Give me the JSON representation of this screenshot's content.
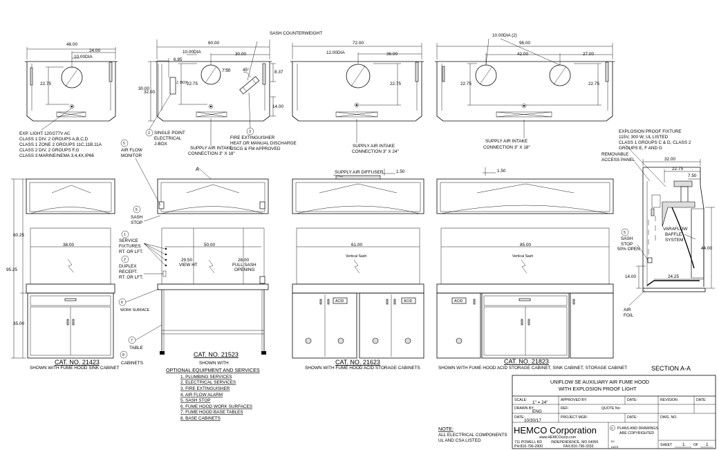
{
  "plan_views": {
    "v1": {
      "width": "48.00",
      "offset": "24.00",
      "dia": "10.00DIA",
      "depth": "22.75"
    },
    "v2": {
      "width": "60.00",
      "offset": "30.00",
      "dia": "10.00DIA",
      "small_offset": "6.85",
      "depth_outer": "32.00",
      "depth_inner": "30.00",
      "depth": "22.75",
      "dim_750": "7.50",
      "angle": "45°",
      "dim_837": "8.37",
      "dim_1400": "14.00",
      "counterweight": "SASH COUNTERWEIGHT",
      "jbox": "J. BOX"
    },
    "v3": {
      "width": "72.00",
      "offset": "36.00",
      "dia": "12.00DIA",
      "depth": "22.75"
    },
    "v4": {
      "width": "96.00",
      "dia": "10.00DIA (2)",
      "offset_a": "42.00",
      "offset_b": "27.00",
      "depth": "22.75"
    }
  },
  "explosion_light_note": [
    "EXP. LIGHT 120/277V AC",
    "CLASS 1 DIV. 2 GROUPS A,B,C,D",
    "CLASS 1 ZONE 2 GROUPS 11C,11B,11A",
    "CLASS 2 DIV. 2 GROUPS F,G",
    "CLASS 3 MARINE/NEMA 3,4,4X,IP66"
  ],
  "callouts": {
    "c1": {
      "num": "1",
      "lines": [
        "SERVICE",
        "FIXTURES",
        "RT. OR LFT."
      ]
    },
    "c2": {
      "num": "2",
      "lines": [
        "DUPLEX",
        "RECEPT.",
        "RT. OR LFT."
      ]
    },
    "c2b": {
      "num": "2",
      "lines": [
        "SINGLE POINT",
        "ELECTRICAL",
        "J-BOX"
      ]
    },
    "c3": {
      "num": "3",
      "lines": [
        "FIRE EXTINGUISHER",
        "HEAT OR MANUAL DISCHARGE",
        "USCG & FM APPROVED"
      ]
    },
    "c4": {
      "num": "5",
      "lines": [
        "AIR FLOW",
        "MONITOR"
      ]
    },
    "c5": {
      "num": "5",
      "lines": [
        "SASH",
        "STOP"
      ]
    },
    "c6": {
      "num": "6",
      "label": "WORK SURFACE"
    },
    "c7": {
      "num": "7",
      "label": "TABLE"
    },
    "c8": {
      "num": "8",
      "label": "CABINETS"
    },
    "c9": {
      "num": "5",
      "lines": [
        "SASH",
        "STOP",
        "50% OPEN"
      ]
    }
  },
  "supply": {
    "s2": [
      "SUPPLY AIR  INTAKE",
      "CONNECTION 3\" X 18\""
    ],
    "s3": [
      "SUPPLY AIR  INTAKE",
      "CONNECTION 3\" X 24\""
    ],
    "s4": [
      "SUPPLY AIR  INTAKE",
      "CONNECTION 3\" X 18\""
    ],
    "diffuser": "SUPPLY AIR DIFFUSER",
    "dim_150a": "1.50",
    "dim_150b": "1.50",
    "section_marker": "A"
  },
  "elevations": {
    "e1": {
      "height_total": "95.25",
      "height_upper": "60.25",
      "height_lower": "35.00",
      "opening": "38.00",
      "cat": "CAT. NO. 21423",
      "caption": "SHOWN WITH FUME HOOD SINK CABINET"
    },
    "e2": {
      "opening": "50.00",
      "view_ht_val": "29.50",
      "view_ht": "VIEW HT",
      "sash_val": "28.00",
      "sash_l1": "FULL SASH",
      "sash_l2": "OPENING",
      "cat": "CAT. NO. 21523",
      "shown_with": "SHOWN WITH",
      "optional": "OPTIONAL EQUIPMENT AND SERVICES"
    },
    "e3": {
      "opening": "61.00",
      "sash": "Vertical Sash",
      "cat": "CAT. NO. 21623",
      "caption": "SHOWN WITH FUME HOOD ACID STORAGE CABINETS",
      "acid_a": "ACID",
      "acid_b": "ACID"
    },
    "e4": {
      "opening": "85.00",
      "sash": "Vertical Sash",
      "cat": "CAT. NO. 21823",
      "caption": "SHOWN WITH FUME HOOD ACID STORAGE CABINET, SINK CABINET, STORAGE CABINET",
      "acid": "ACID"
    }
  },
  "options_list": [
    "1. PLUMBING SERVICES",
    "2. ELECTRICAL SERVICES",
    "3. FIRE EXTINGUISHER",
    "4. AIR FLOW ALARM",
    "5. SASH STOP",
    "6. FUME HOOD WORK SURFACES",
    "7. FUME HOOD BASE TABLES",
    "8. BASE CABINETS"
  ],
  "section": {
    "fixture_note": [
      "EXPLOSION PROOF FIXTURE",
      "115V, 300 W, UL LISTED",
      "CLASS 1 GROUPS C & D, CLASS 2",
      "GROUPS E, F AND G"
    ],
    "panel_lines": [
      "REMOVABLE",
      "ACCESS PANEL"
    ],
    "depth": "32.00",
    "dim_2275": "22.75",
    "dim_750": "7.50",
    "height": "44.00",
    "dim_1400": "14.00",
    "dim_2425": "24.25",
    "baffle": [
      "VARAFLOW",
      "BAFFLE",
      "SYSTEM"
    ],
    "airfoil": [
      "AIR",
      "FOIL"
    ],
    "title": "SECTION A-A"
  },
  "note": {
    "title": "NOTE:",
    "lines": [
      "ALL ELECTRICAL COMPONENTS",
      "UL AND CSA LISTED"
    ]
  },
  "title_block": {
    "title1": "UNIFLOW SE AUXILIARY AIR FUME HOOD",
    "title2": "WITH EXPLOSION PROOF LIGHT",
    "scale_label": "SCALE:",
    "scale": "1\" = 24\"",
    "approved_label": "APPROVED BY:",
    "date_label": "DATE:",
    "revision_label": "REVISION:",
    "date2_label": "DATE:",
    "drawn_label": "DRAWN BY:",
    "drawn": "ENG",
    "ref_label": "REF:",
    "quote_label": "QUOTE No:",
    "date3_label": "DATE:",
    "date3": "10/30/17",
    "pm_label": "PROJECT MGR:",
    "date4_label": "DATE:",
    "company": "HEMCO Corporation",
    "web": "www.HEMCOcorp.com",
    "addr1": "711 POWELL RD",
    "addr2": "INDEPENDENCE, MO 64056",
    "ph": "PH:816-796-2900",
    "fax": "FAX:816-796-3333",
    "copyright": [
      "PLANS AND DRAWINGS",
      "ARE COPYRIGHTED"
    ],
    "copy_mark": "C",
    "by_label": "BY",
    "date5_label": "DATE",
    "dwg_label": "DWG. NO.",
    "sheet_label": "SHEET",
    "sheet": "1",
    "of_label": "OF",
    "of": "1"
  }
}
